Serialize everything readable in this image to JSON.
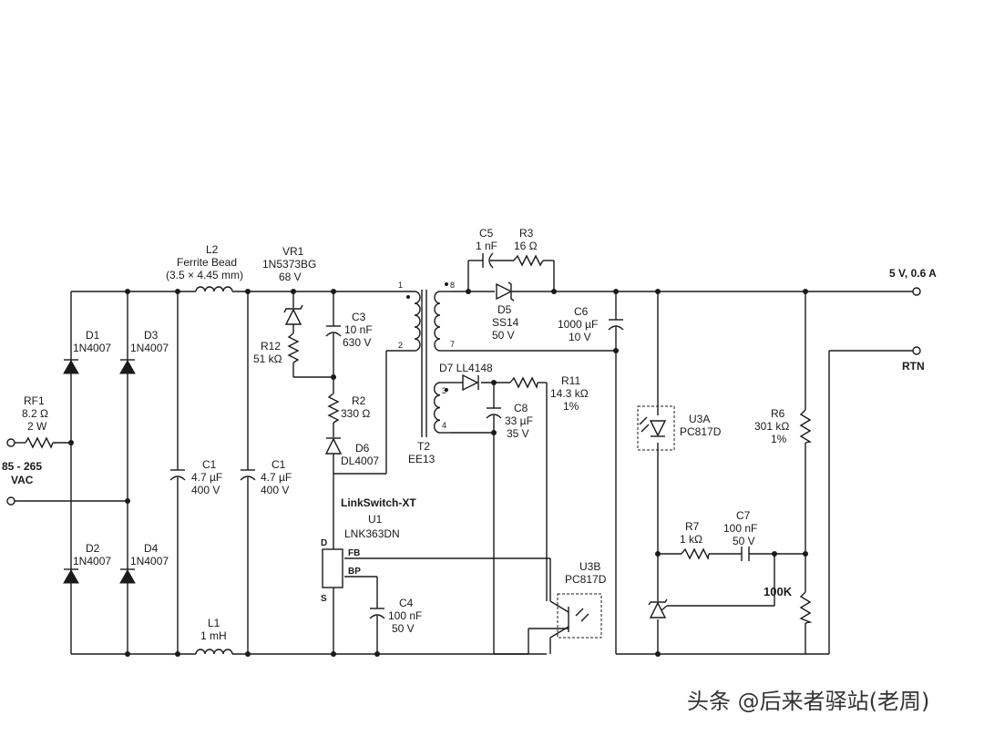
{
  "circuit": {
    "input": {
      "label_1": "85 - 265",
      "label_2": "VAC"
    },
    "output": {
      "vout": "5 V, 0.6 A",
      "rtn": "RTN"
    },
    "rf1": {
      "ref": "RF1",
      "value": "8.2 Ω",
      "rating": "2 W"
    },
    "d1": {
      "ref": "D1",
      "part": "1N4007"
    },
    "d2": {
      "ref": "D2",
      "part": "1N4007"
    },
    "d3": {
      "ref": "D3",
      "part": "1N4007"
    },
    "d4": {
      "ref": "D4",
      "part": "1N4007"
    },
    "l2": {
      "ref": "L2",
      "desc": "Ferrite Bead",
      "size": "(3.5 × 4.45 mm)"
    },
    "l1": {
      "ref": "L1",
      "value": "1 mH"
    },
    "c1a": {
      "ref": "C1",
      "value": "4.7 µF",
      "voltage": "400 V"
    },
    "c1b": {
      "ref": "C1",
      "value": "4.7 µF",
      "voltage": "400 V"
    },
    "vr1": {
      "ref": "VR1",
      "part": "1N5373BG",
      "voltage": "68 V"
    },
    "r12": {
      "ref": "R12",
      "value": "51 kΩ"
    },
    "c3": {
      "ref": "C3",
      "value": "10 nF",
      "voltage": "630 V"
    },
    "r2": {
      "ref": "R2",
      "value": "330 Ω"
    },
    "d6": {
      "ref": "D6",
      "part": "DL4007"
    },
    "t2": {
      "ref": "T2",
      "core": "EE13",
      "pins": [
        "1",
        "2",
        "8",
        "7",
        "3",
        "4"
      ]
    },
    "c5": {
      "ref": "C5",
      "value": "1 nF"
    },
    "r3": {
      "ref": "R3",
      "value": "16 Ω"
    },
    "d5": {
      "ref": "D5",
      "part": "SS14",
      "voltage": "50 V"
    },
    "c6": {
      "ref": "C6",
      "value": "1000 µF",
      "voltage": "10 V"
    },
    "d7": {
      "label": "D7 LL4148"
    },
    "r11": {
      "ref": "R11",
      "value": "14.3 kΩ",
      "tol": "1%"
    },
    "c8": {
      "ref": "C8",
      "value": "33 µF",
      "voltage": "35 V"
    },
    "u1": {
      "family": "LinkSwitch-XT",
      "ref": "U1",
      "part": "LNK363DN",
      "pin_d": "D",
      "pin_fb": "FB",
      "pin_bp": "BP",
      "pin_s": "S"
    },
    "c4": {
      "ref": "C4",
      "value": "100 nF",
      "voltage": "50 V"
    },
    "u3a": {
      "ref": "U3A",
      "part": "PC817D"
    },
    "u3b": {
      "ref": "U3B",
      "part": "PC817D"
    },
    "r6": {
      "ref": "R6",
      "value": "301 kΩ",
      "tol": "1%"
    },
    "r7": {
      "ref": "R7",
      "value": "1 kΩ"
    },
    "c7": {
      "ref": "C7",
      "value": "100 nF",
      "voltage": "50 V"
    },
    "r_low": {
      "value": "100K"
    }
  },
  "watermark": "头条 @后来者驿站(老周)"
}
